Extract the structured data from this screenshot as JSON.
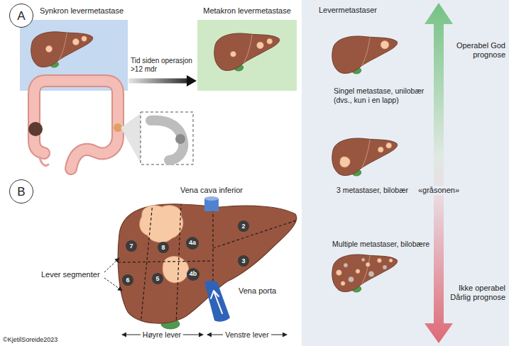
{
  "diagram": {
    "nodes": [
      {
        "text": [
          "A"
        ]
      },
      {
        "text": [
          "Synkron levermetastase"
        ]
      },
      {
        "text": [
          "Metakron levermetastase"
        ]
      },
      {
        "text": [
          "Levermetastaser"
        ]
      },
      {
        "text": [
          "B"
        ]
      },
      {
        "text": [
          "2"
        ]
      },
      {
        "text": [
          "7"
        ]
      },
      {
        "text": [
          "8"
        ]
      },
      {
        "text": [
          "4a"
        ]
      },
      {
        "text": [
          "3"
        ]
      },
      {
        "text": [
          "6"
        ]
      },
      {
        "text": [
          "5"
        ]
      },
      {
        "text": [
          "4b"
        ]
      }
    ],
    "edges": [
      {
        "from": 1,
        "to": 2,
        "label": "Tid siden operasjon >12 mdr",
        "arrow": "to"
      }
    ],
    "labels": [
      "Operabel God prognose",
      "Singel metastase, unilobær (dvs., kun i en lapp)",
      "3 metastaser, bilobær",
      "«gråsonen»",
      "Multiple metastaser, bilobære",
      "Ikke operabel Dårlig prognose",
      "Vena cava inferior",
      "Lever segmenter",
      "Vena porta",
      "Høyre lever",
      "Venstre lever",
      "©KjetilSoreide2023"
    ]
  }
}
